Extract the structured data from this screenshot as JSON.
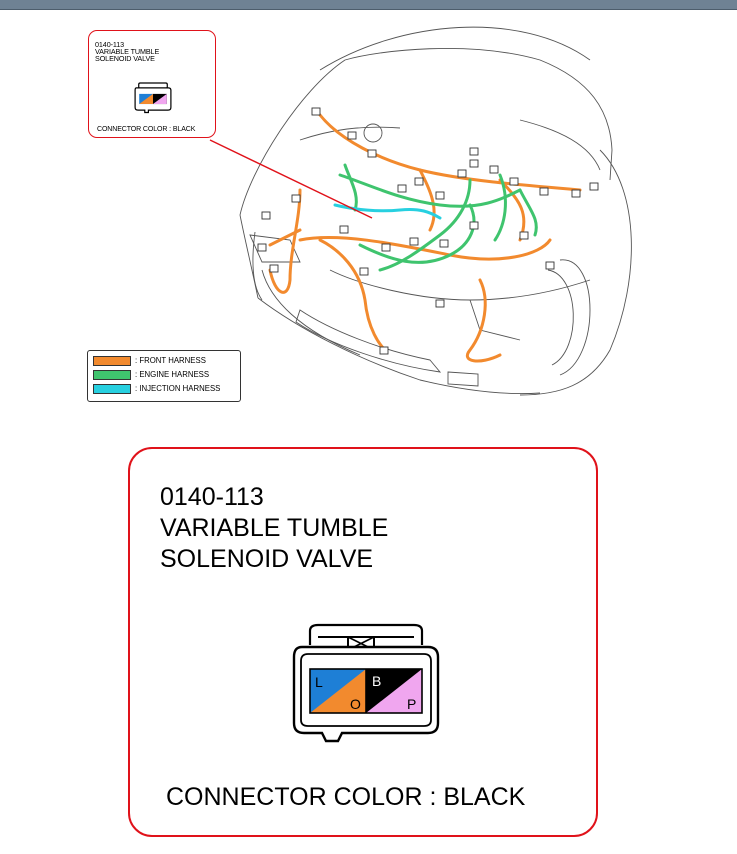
{
  "callout": {
    "code": "0140-113",
    "name_line1": "VARIABLE TUMBLE",
    "name_line2": "SOLENOID VALVE",
    "connector_color_label": "CONNECTOR COLOR : BLACK",
    "pins": {
      "top_left": "L",
      "bottom_left": "O",
      "top_right": "B",
      "bottom_right": "P"
    }
  },
  "legend": {
    "items": [
      {
        "label": ": FRONT HARNESS",
        "color": "#f28a2e"
      },
      {
        "label": ": ENGINE HARNESS",
        "color": "#3fc46e"
      },
      {
        "label": ": INJECTION HARNESS",
        "color": "#27d0e0"
      }
    ]
  },
  "colors": {
    "callout_border": "#e0121a",
    "pin_blue": "#1e7fd6",
    "pin_orange": "#f28a2e",
    "pin_black": "#000000",
    "pin_pink": "#f0a6ef",
    "front_harness": "#f28a2e",
    "engine_harness": "#3fc46e",
    "injection_harness": "#27d0e0"
  }
}
